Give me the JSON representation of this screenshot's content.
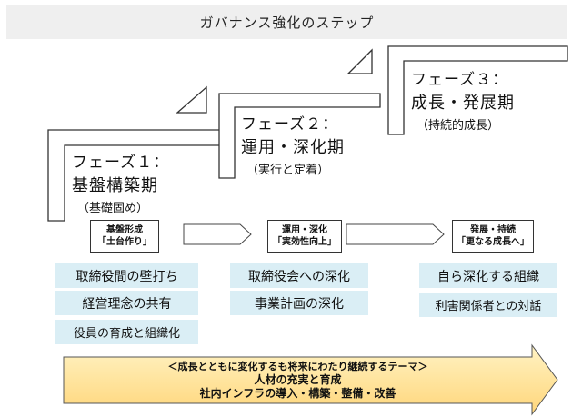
{
  "title": "ガバナンス強化のステップ",
  "phases": [
    {
      "name": "フェーズ１：",
      "title": "基盤構築期",
      "sub": "（基礎固め）"
    },
    {
      "name": "フェーズ２：",
      "title": "運用・深化期",
      "sub": "（実行と定着）"
    },
    {
      "name": "フェーズ３：",
      "title": "成長・発展期",
      "sub": "（持続的成長）"
    }
  ],
  "stages": [
    {
      "line1": "基盤形成",
      "line2": "「土台作り」"
    },
    {
      "line1": "運用・深化",
      "line2": "「実効性向上」"
    },
    {
      "line1": "発展・持続",
      "line2": "「更なる成長へ」"
    }
  ],
  "actions": {
    "phase1": [
      "取締役間の壁打ち",
      "経営理念の共有",
      "役員の育成と組織化"
    ],
    "phase2": [
      "取締役会への深化",
      "事業計画の深化"
    ],
    "phase3": [
      "自ら深化する組織",
      "利害関係者との対話"
    ]
  },
  "banner": {
    "caption": "＜成長とともに変化するも将来にわたり継続するテーマ＞",
    "line1": "人材の充実と育成",
    "line2": "社内インフラの導入・構築・整備・改善"
  },
  "colors": {
    "title_bg": "#efefef",
    "badge_bg": "#daeef5",
    "banner_fill": "#ffe7a3",
    "stroke": "#333333"
  }
}
